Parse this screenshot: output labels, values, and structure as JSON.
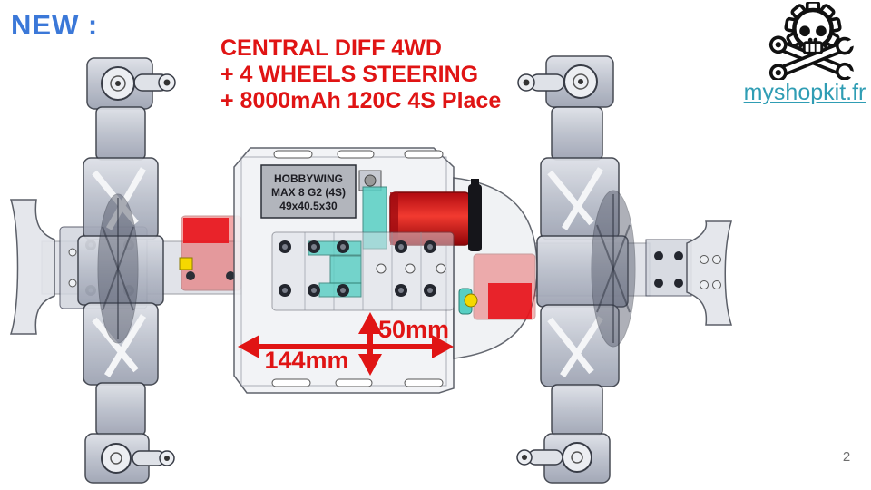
{
  "page": {
    "page_number": "2"
  },
  "header": {
    "new_label": "NEW :",
    "headline_lines": [
      "CENTRAL DIFF 4WD",
      "+ 4 WHEELS STEERING",
      "+ 8000mAh 120C 4S Place"
    ]
  },
  "branding": {
    "site_link": "myshopkit.fr",
    "logo_icon": "skull-gear-crossed-wrenches"
  },
  "diagram": {
    "esc_label_lines": [
      "HOBBYWING",
      "MAX 8 G2 (4S)",
      "49x40.5x30"
    ],
    "dimensions": {
      "width_label": "144mm",
      "height_label": "50mm"
    }
  },
  "colors": {
    "brand-blue": "#3b78d8",
    "accent-red": "#e01414",
    "link-teal": "#2f9db4",
    "motor-red": "#e30613",
    "highlight-teal": "#57cfc3",
    "cad-outline": "#3c4050",
    "cad-gray": "#ccd0da",
    "page-num-gray": "#6e6e6e"
  }
}
